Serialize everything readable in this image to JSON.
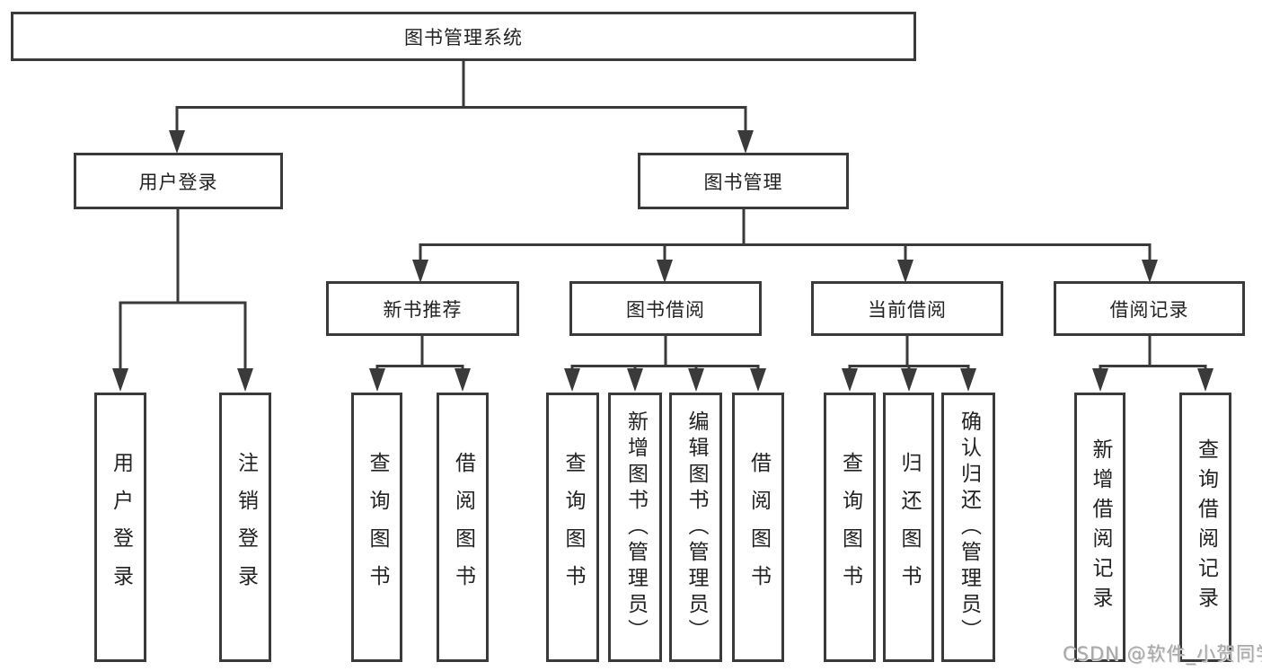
{
  "colors": {
    "line": "#3a3a3a",
    "box_border": "#3a3a3a",
    "text": "#222222",
    "watermark": "#a8a8a8",
    "background": "#ffffff"
  },
  "tree": {
    "root": {
      "label": "图书管理系统"
    },
    "branches": [
      {
        "label": "用户登录",
        "children": [
          {
            "label": "用户登录"
          },
          {
            "label": "注销登录"
          }
        ]
      },
      {
        "label": "图书管理",
        "sections": [
          {
            "label": "新书推荐",
            "children": [
              {
                "label": "查询图书"
              },
              {
                "label": "借阅图书"
              }
            ]
          },
          {
            "label": "图书借阅",
            "children": [
              {
                "label": "查询图书"
              },
              {
                "label": "新增图书（管理员）"
              },
              {
                "label": "编辑图书（管理员）"
              },
              {
                "label": "借阅图书"
              }
            ]
          },
          {
            "label": "当前借阅",
            "children": [
              {
                "label": "查询图书"
              },
              {
                "label": "归还图书"
              },
              {
                "label": "确认归还（管理员）"
              }
            ]
          },
          {
            "label": "借阅记录",
            "children": [
              {
                "label": "新增借阅记录"
              },
              {
                "label": "查询借阅记录"
              }
            ]
          }
        ]
      }
    ]
  },
  "watermark": {
    "text": "CSDN @软件_小贺同学"
  }
}
